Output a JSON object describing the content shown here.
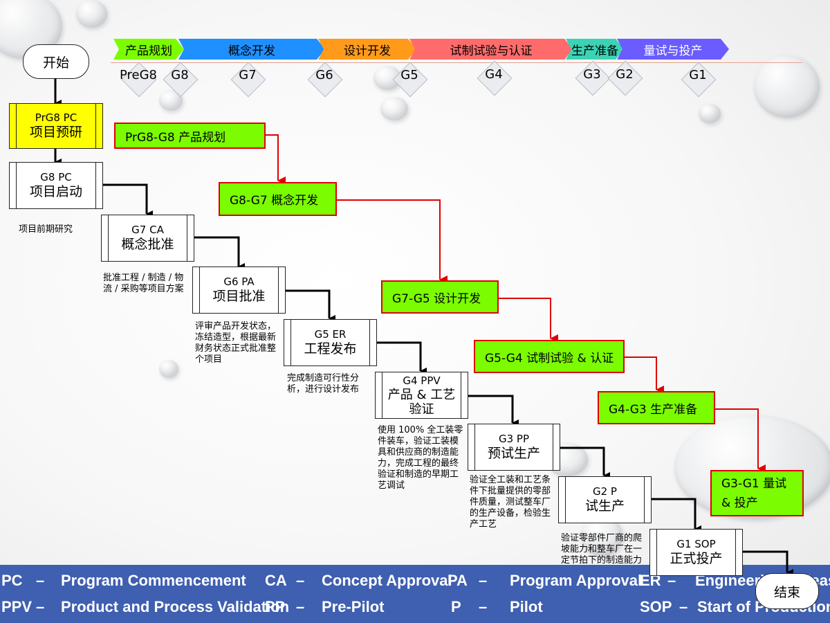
{
  "start_label": "开始",
  "end_label": "结束",
  "phases": [
    "产品规划",
    "概念开发",
    "设计开发",
    "试制试验与认证",
    "生产准备",
    "量试与投产"
  ],
  "gates": [
    "PreG8",
    "G8",
    "G7",
    "G6",
    "G5",
    "G4",
    "G3",
    "G2",
    "G1"
  ],
  "gate_boxes": [
    {
      "code": "PrG8   PC",
      "name": "项目预研"
    },
    {
      "code": "G8   PC",
      "name": "项目启动"
    },
    {
      "code": "G7   CA",
      "name": "概念批准"
    },
    {
      "code": "G6   PA",
      "name": "项目批准"
    },
    {
      "code": "G5   ER",
      "name": "工程发布"
    },
    {
      "code": "G4   PPV",
      "name": "产品 & 工艺验证"
    },
    {
      "code": "G3   PP",
      "name": "预试生产"
    },
    {
      "code": "G2   P",
      "name": "试生产"
    },
    {
      "code": "G1   SOP",
      "name": "正式投产"
    }
  ],
  "phase_boxes": [
    "PrG8-G8  产品规划",
    "G8-G7  概念开发",
    "G7-G5  设计开发",
    "G5-G4  试制试验 & 认证",
    "G4-G3  生产准备",
    "G3-G1 量试 & 投产"
  ],
  "descriptions": [
    "项目前期研究",
    "批准工程 / 制造 / 物流 / 采购等项目方案",
    "评审产品开发状态，冻结造型，根据最新财务状态正式批准整个项目",
    "完成制造可行性分析，进行设计发布",
    "使用 100% 全工装零件装车，验证工装模具和供应商的制造能力，完成工程的最终验证和制造的早期工艺调试",
    "验证全工装和工艺条件下批量提供的零部件质量，测试整车厂的生产设备，检验生产工艺",
    "验证零部件厂商的爬坡能力和整车厂在一定节拍下的制造能力"
  ],
  "legend": {
    "row1": [
      {
        "abbr": "PC",
        "full": "Program Commencement"
      },
      {
        "abbr": "CA",
        "full": "Concept Approval"
      },
      {
        "abbr": "PA",
        "full": "Program Approval"
      },
      {
        "abbr": "ER",
        "full": "Engineering Release"
      }
    ],
    "row2": [
      {
        "abbr": "PPV",
        "full": "Product and Process Validation"
      },
      {
        "abbr": "PP",
        "full": "Pre-Pilot"
      },
      {
        "abbr": "P",
        "full": "Pilot"
      },
      {
        "abbr": "SOP",
        "full": "Start of  Production"
      }
    ],
    "dash": "–"
  },
  "colors": {
    "phase_fills": [
      "#7cfc00",
      "#1e90ff",
      "#ff9a1a",
      "#ff6b6b",
      "#3cd2b4",
      "#6a5cff"
    ],
    "gate_box_highlight": "#ffff00",
    "phase_box_fill": "#7cfc00",
    "phase_box_border": "#e00000",
    "legend_bg": "#3f5fb0"
  }
}
